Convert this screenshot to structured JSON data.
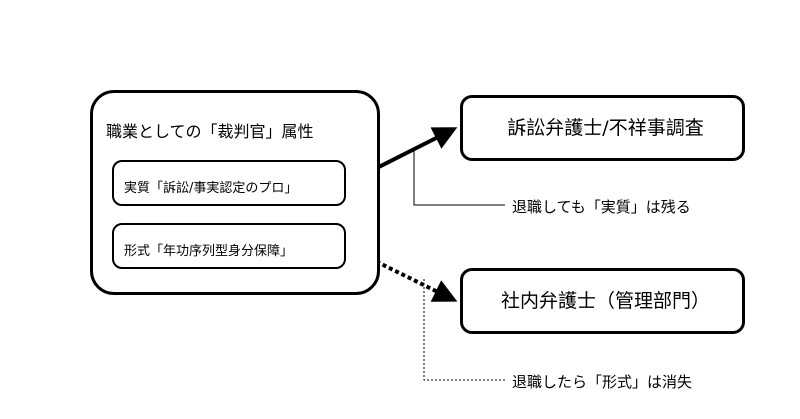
{
  "diagram": {
    "outer_title": "職業としての「裁判官」属性",
    "substance_label": "実質「訴訟/事実認定のプロ」",
    "form_label": "形式「年功序列型身分保障」",
    "target_top": "訴訟弁護士/不祥事調査",
    "target_bottom": "社内弁護士（管理部門）",
    "note_substance": "退職しても「実質」は残る",
    "note_form": "退職したら「形式」は消失"
  }
}
